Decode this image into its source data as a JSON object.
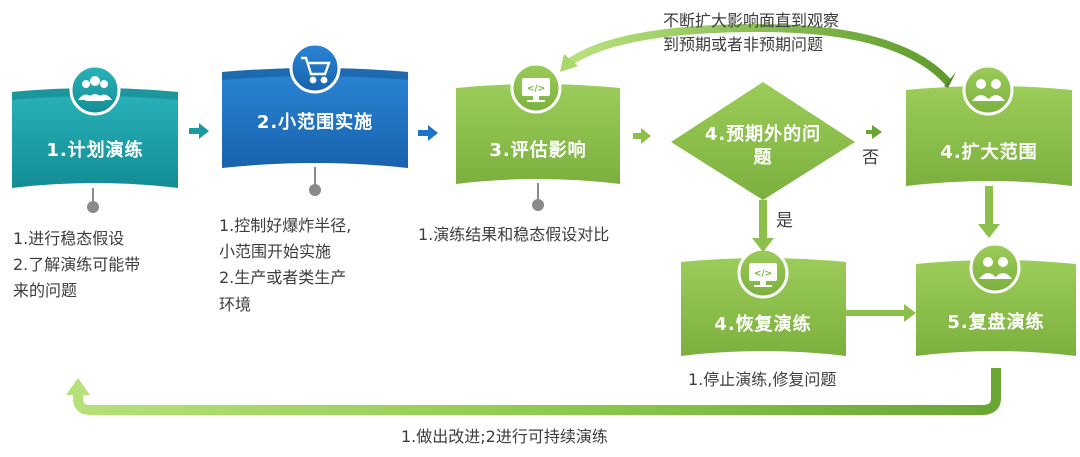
{
  "steps": {
    "plan": {
      "label": "1.计划演练"
    },
    "small": {
      "label": "2.小范围实施"
    },
    "evaluate": {
      "label": "3.评估影响"
    },
    "decision": {
      "label_line1": "4.预期外的问",
      "label_line2": "题"
    },
    "expand": {
      "label": "4.扩大范围"
    },
    "restore": {
      "label": "4.恢复演练"
    },
    "review": {
      "label": "5.复盘演练"
    }
  },
  "notes": {
    "plan": [
      "1.进行稳态假设",
      "2.了解演练可能带",
      "来的问题"
    ],
    "small": [
      "1.控制好爆炸半径,",
      "小范围开始实施",
      "2.生产或者类生产",
      "环境"
    ],
    "evaluate": [
      "1.演练结果和稳态假设对比"
    ],
    "restore": [
      "1.停止演练,修复问题"
    ],
    "loop_top": [
      "不断扩大影响面直到观察",
      "到预期或者非预期问题"
    ],
    "loop_bottom": [
      "1.做出改进;2进行可持续演练"
    ]
  },
  "labels": {
    "no": "否",
    "yes": "是"
  },
  "icons": {
    "plan": "team-icon",
    "small": "shopping-cart-icon",
    "evaluate": "monitor-code-icon",
    "expand": "users-icon",
    "restore": "monitor-code-icon",
    "review": "users-icon"
  },
  "colors": {
    "teal": "#1aa0a8",
    "blue": "#1f73c4",
    "green": "#8cc04a",
    "dark_green": "#5f8f2a",
    "arrow_green": "#9ed25a",
    "connector_gray": "#8a8a8a"
  }
}
